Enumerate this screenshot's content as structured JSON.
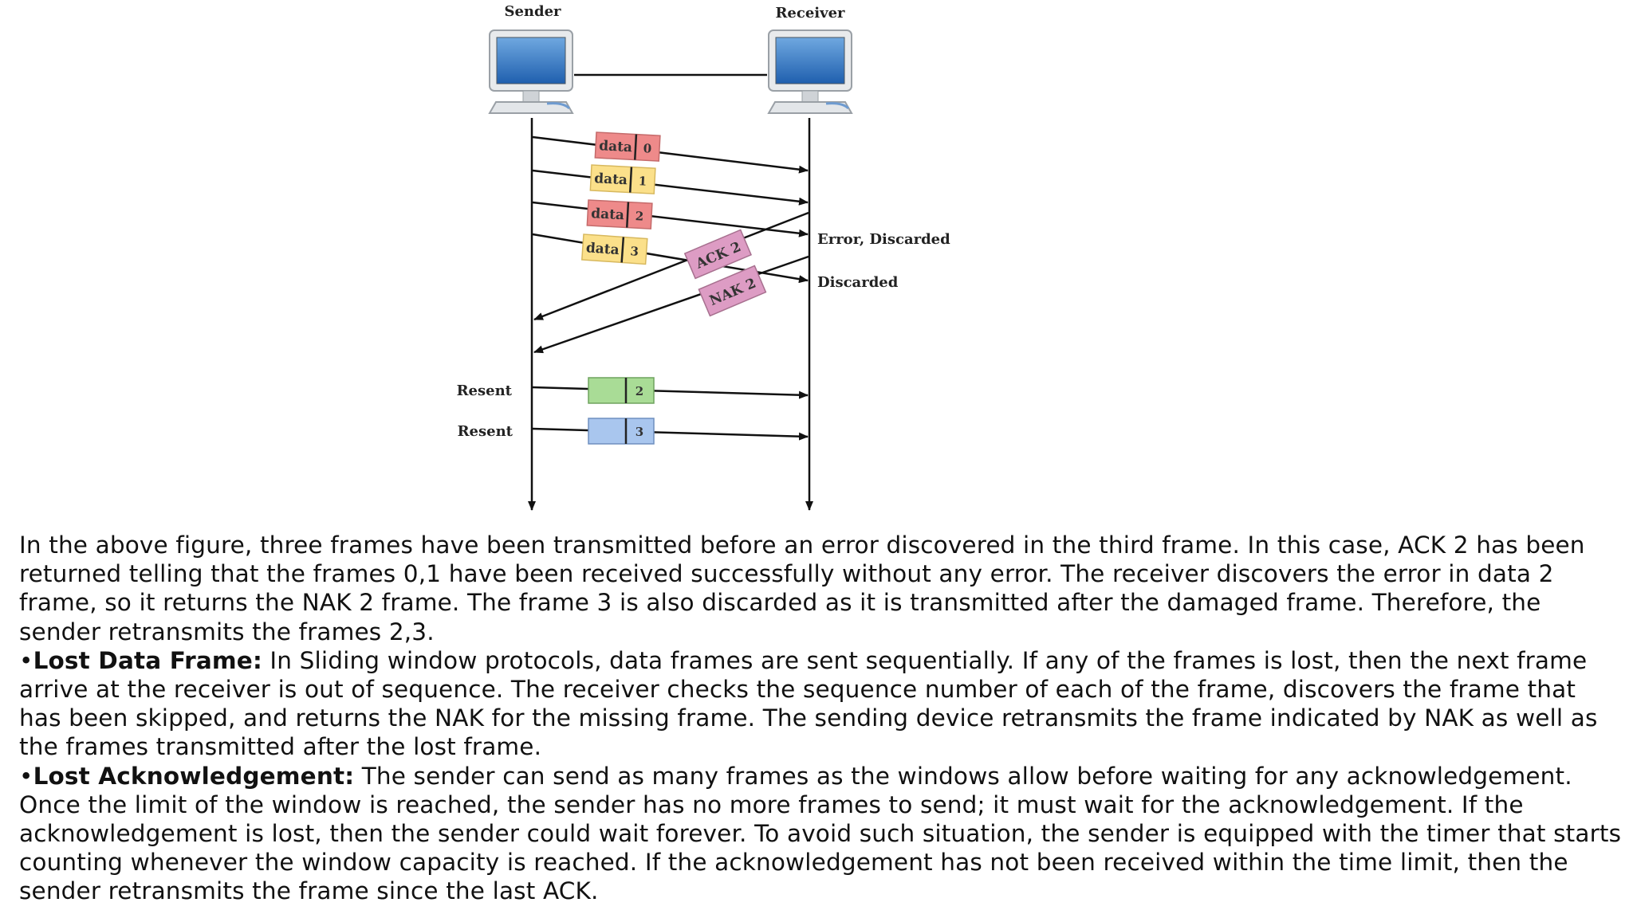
{
  "diagram": {
    "sender_label": "Sender",
    "receiver_label": "Receiver",
    "frames": [
      {
        "word": "data",
        "num": "0"
      },
      {
        "word": "data",
        "num": "1"
      },
      {
        "word": "data",
        "num": "2"
      },
      {
        "word": "data",
        "num": "3"
      }
    ],
    "ack_label": "ACK 2",
    "nak_label": "NAK 2",
    "error_note": "Error, Discarded",
    "discard_note": "Discarded",
    "resent_labels": [
      "Resent",
      "Resent"
    ],
    "resent_frames": [
      "2",
      "3"
    ],
    "colors": {
      "red_frame": "#ee8a8a",
      "yellow_frame": "#fbe08a",
      "pink_control": "#dd9cc4",
      "green_frame": "#a9dc96",
      "blue_frame": "#a9c6ee"
    }
  },
  "text": {
    "para1": "In the above figure, three frames have been transmitted before an error discovered in the third frame. In this case, ACK 2 has been returned telling that the frames 0,1 have been received successfully without any error. The receiver discovers the error in data 2 frame, so it returns the NAK 2 frame. The frame 3 is also discarded as it is transmitted after the damaged frame. Therefore, the sender retransmits the frames 2,3.",
    "bullet": "•",
    "lost_data_title": "Lost Data Frame:",
    "lost_data_body": " In Sliding window protocols, data frames are sent sequentially. If any of the frames is lost, then the next frame arrive at the receiver is out of sequence. The receiver checks the sequence number of each of the frame, discovers the frame that has been skipped, and returns the NAK for the missing frame. The sending device retransmits the frame indicated by NAK as well as the frames transmitted after the lost frame.",
    "lost_ack_title": "Lost Acknowledgement:",
    "lost_ack_body": " The sender can send as many frames as the windows allow before waiting for any acknowledgement. Once the limit of the window is reached, the sender has no more frames to send; it must wait for the acknowledgement. If the acknowledgement is lost, then the sender could wait forever. To avoid such situation, the sender is equipped with the timer that starts counting whenever the window capacity is reached. If the acknowledgement has not been received within the time limit, then the sender retransmits the frame since the last ACK."
  }
}
